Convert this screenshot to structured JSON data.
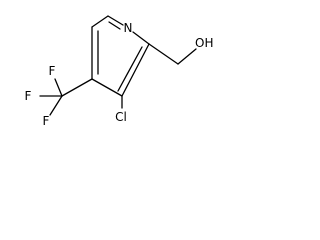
{
  "molecule": {
    "atoms": {
      "ring_nitrogen": "N",
      "chlorine": "Cl",
      "hydroxyl": "OH",
      "fluorine_top": "F",
      "fluorine_left": "F",
      "fluorine_bottom": "F"
    }
  }
}
